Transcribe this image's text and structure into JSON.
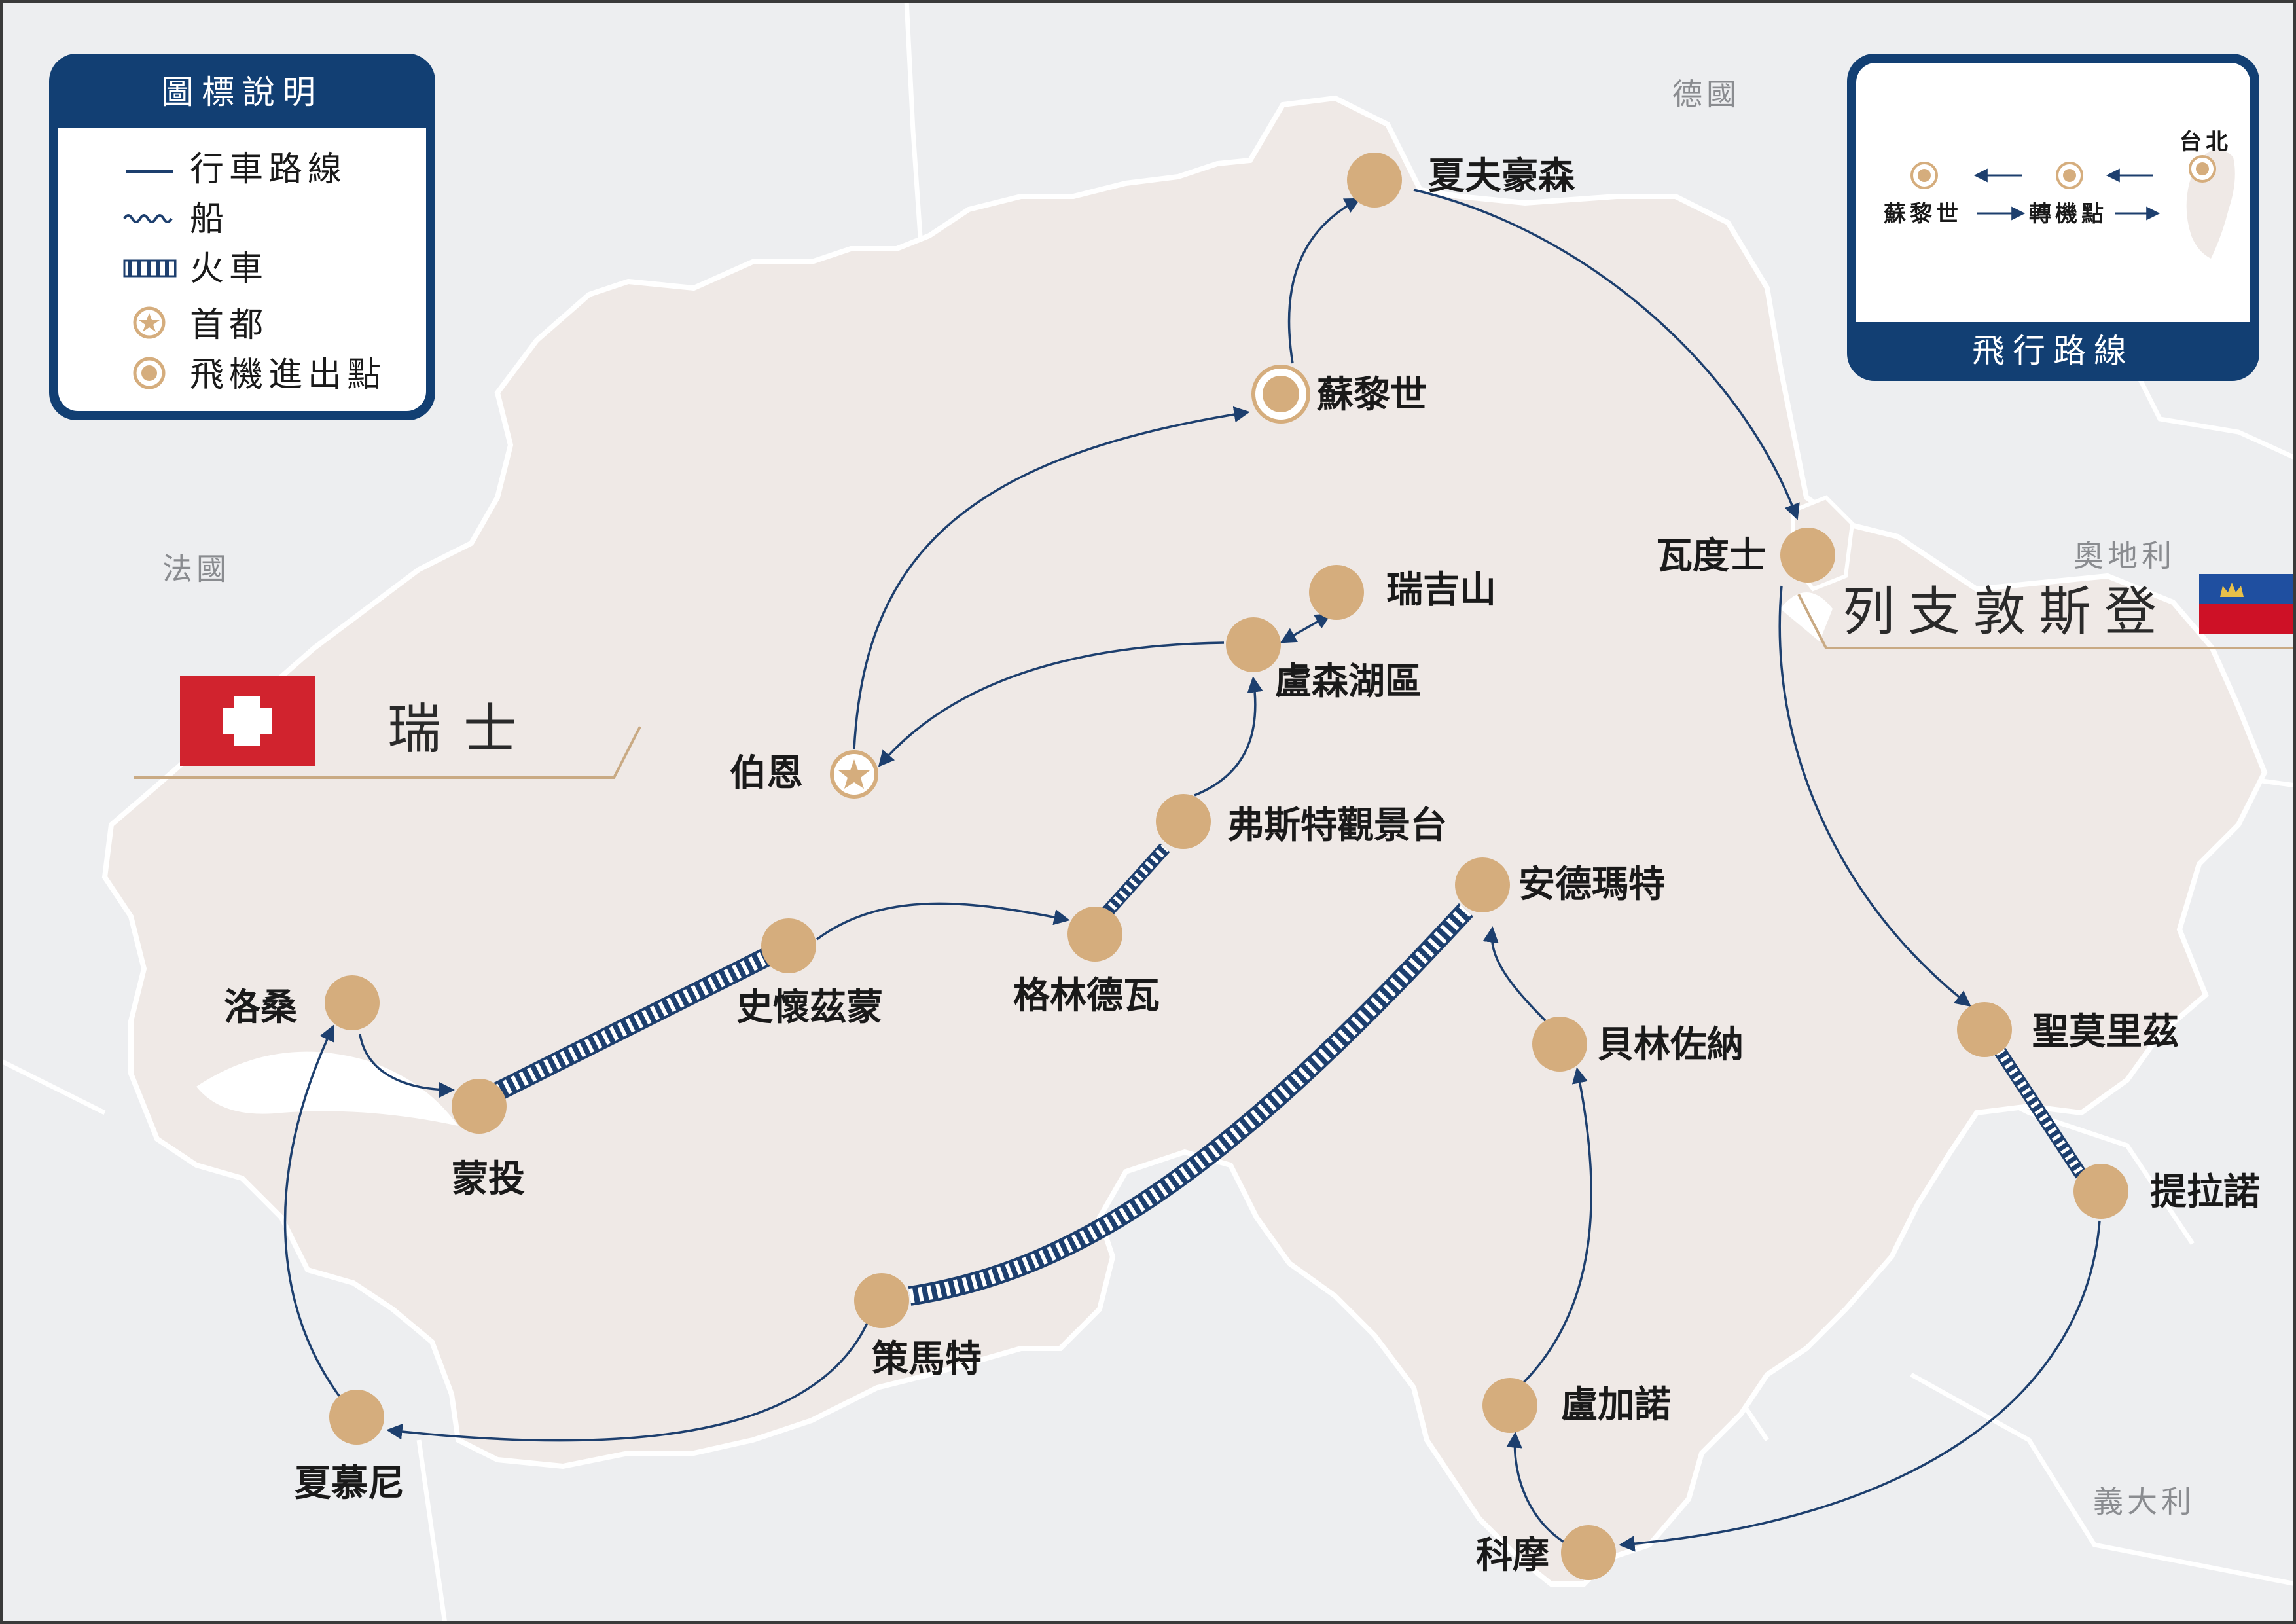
{
  "legend": {
    "title": "圖標說明",
    "items": [
      {
        "symbol": "drive-route",
        "label": "行車路線"
      },
      {
        "symbol": "boat-route",
        "label": "船"
      },
      {
        "symbol": "train-route",
        "label": "火車"
      },
      {
        "symbol": "capital",
        "label": "首都"
      },
      {
        "symbol": "airport",
        "label": "飛機進出點"
      }
    ]
  },
  "flight_inset": {
    "title": "飛行路線",
    "origin": "台北",
    "transfer": "轉機點",
    "destination": "蘇黎世"
  },
  "countries": {
    "switzerland": "瑞士",
    "liechtenstein": "列支敦斯登",
    "germany": "德國",
    "france": "法國",
    "austria": "奧地利",
    "italy": "義大利"
  },
  "cities": {
    "zurich": "蘇黎世",
    "schaffhausen": "夏夫豪森",
    "rigi": "瑞吉山",
    "lucerne": "盧森湖區",
    "bern": "伯恩",
    "first": "弗斯特觀景台",
    "grindelwald": "格林德瓦",
    "schwarzsee": "史懷茲蒙",
    "lausanne": "洛桑",
    "montreux": "蒙投",
    "zermatt": "策馬特",
    "chamonix": "夏慕尼",
    "andermatt": "安德瑪特",
    "bellinzona": "貝林佐納",
    "locarno": "盧加諾",
    "como": "科摩",
    "vaduz": "瓦度士",
    "st_moritz": "聖莫里茲",
    "tirano": "提拉諾"
  },
  "colors": {
    "route": "#1d3f6e",
    "land": "#efe9e6",
    "city_dot": "#d5ad7d",
    "swiss_red": "#d1232e",
    "liech_blue": "#1f4fa0",
    "liech_red": "#ce1126",
    "panel_navy": "#123f73",
    "gold_line": "#c9aa84"
  }
}
